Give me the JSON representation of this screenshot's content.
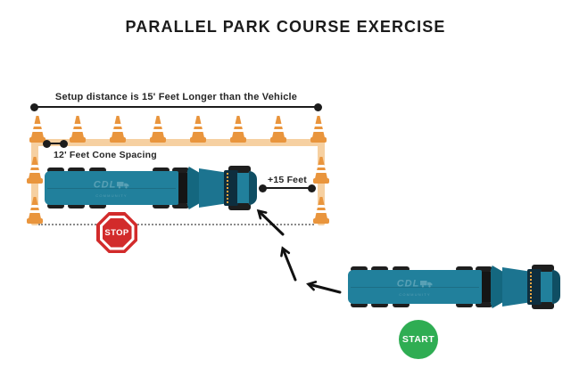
{
  "title": "PARALLEL PARK COURSE EXERCISE",
  "course": {
    "setup_distance_label": "Setup distance is 15' Feet Longer than the Vehicle",
    "cone_spacing_label": "12' Feet Cone Spacing",
    "extra_space_label": "+15 Feet",
    "stop_label": "STOP",
    "start_label": "START",
    "top_row_cone_count": 8,
    "left_column_cone_count": 2,
    "right_column_cone_count": 2
  },
  "truck": {
    "logo_text": "CDL",
    "logo_subtext": "COMMUNITY"
  },
  "colors": {
    "cone_orange": "#E9953D",
    "course_bar_orange": "#F6D0A1",
    "truck_teal": "#21809C",
    "truck_cab_teal": "#1C7490",
    "windshield_dark": "#0E2E3E",
    "stop_red": "#D22B2B",
    "start_green": "#2FAD53",
    "path_arrow_black": "#111111",
    "dotted_boundary_gray": "#8A8A8A"
  }
}
